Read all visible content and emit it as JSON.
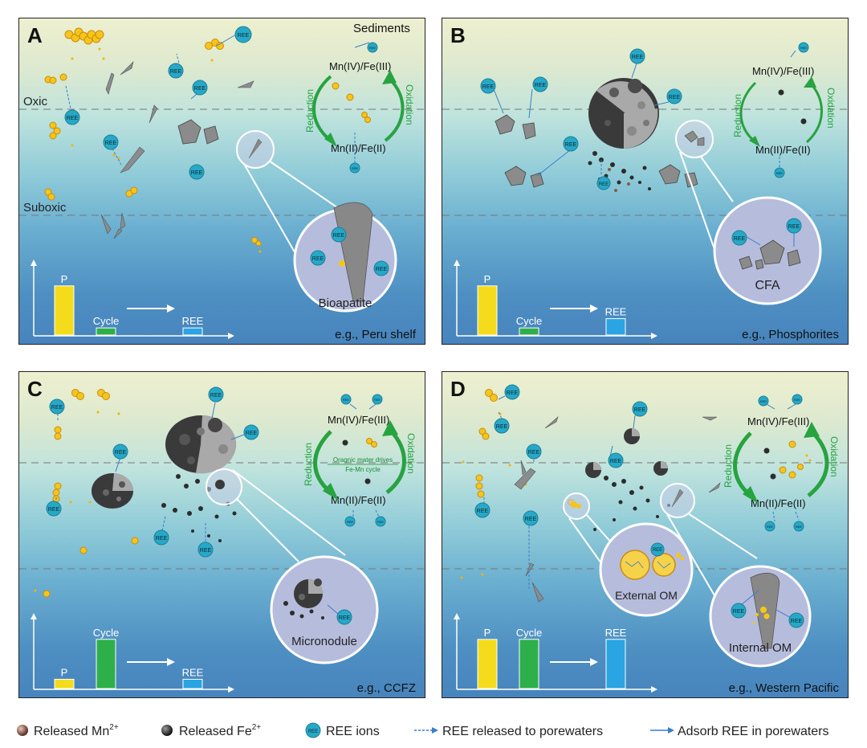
{
  "legend": {
    "mn": "Released Mn",
    "mn_sup": "2+",
    "fe": "Released Fe",
    "fe_sup": "2+",
    "ree_ions": "REE ions",
    "released": "REE released to porewaters",
    "adsorb": "Adsorb REE in porewaters"
  },
  "common": {
    "ree": "REE",
    "ree_small": "REE",
    "mn_ox": "Mn(IV)/Fe(III)",
    "mn_red": "Mn(II)/Fe(II)",
    "reduction": "Reduction",
    "oxidation": "Oxidation",
    "p": "P",
    "cycle": "Cycle"
  },
  "panelA": {
    "letter": "A",
    "sediments": "Sediments",
    "oxic": "Oxic",
    "suboxic": "Suboxic",
    "circle": "Bioapatite",
    "example": "e.g., Peru shelf",
    "bars": {
      "p": 0.9,
      "cycle": 0.13,
      "ree": 0.13
    },
    "circle_ree": [
      "REE",
      "REE",
      "REE"
    ]
  },
  "panelB": {
    "letter": "B",
    "circle": "CFA",
    "example": "e.g., Phosphorites",
    "bars": {
      "p": 0.9,
      "cycle": 0.13,
      "ree": 0.3
    },
    "circle_ree": [
      "REE",
      "REE"
    ]
  },
  "panelC": {
    "letter": "C",
    "circle": "Micronodule",
    "example": "e.g., CCFZ",
    "note1": "Oragnic mater drives",
    "note2": "Fe-Mn cycle",
    "bars": {
      "p": 0.17,
      "cycle": 0.9,
      "ree": 0.17
    },
    "circle_ree": [
      "REE"
    ]
  },
  "panelD": {
    "letter": "D",
    "circle_ext": "External OM",
    "circle_int": "Internal OM",
    "example": "e.g., Western Pacific",
    "bars": {
      "p": 0.9,
      "cycle": 0.9,
      "ree": 0.9
    },
    "circle_ree": [
      "REE",
      "REE",
      "REE"
    ]
  }
}
